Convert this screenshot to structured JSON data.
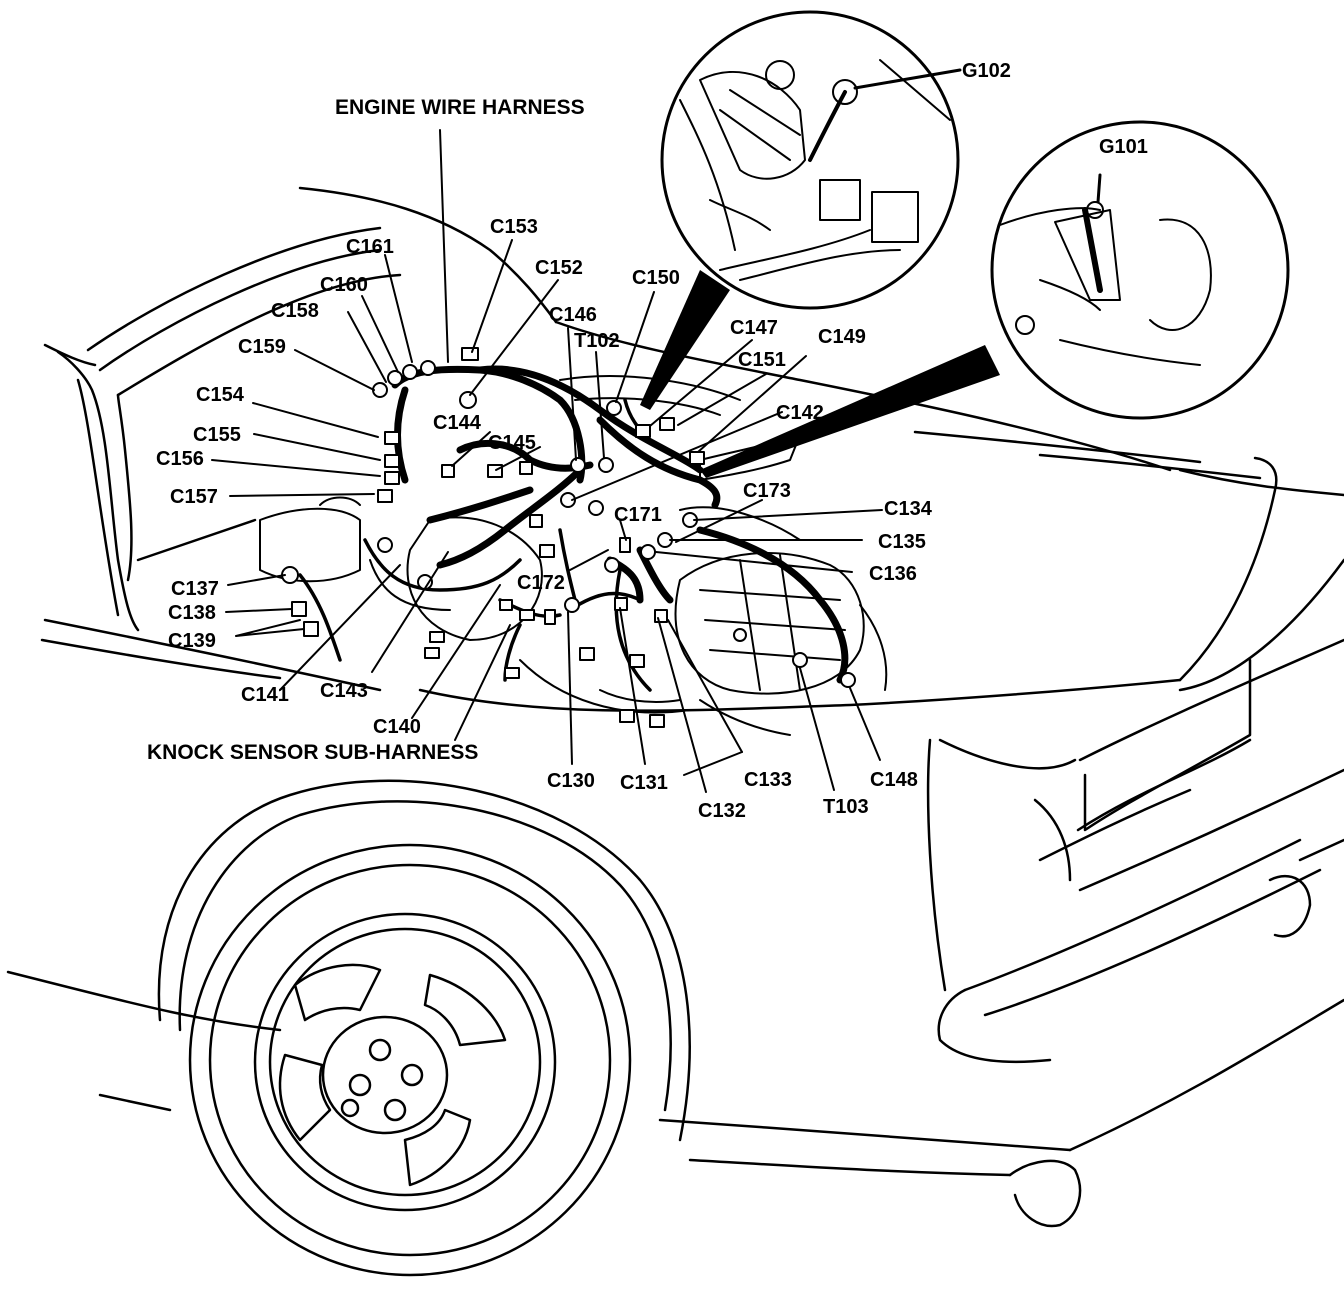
{
  "colors": {
    "ink": "#000000",
    "paper": "#ffffff"
  },
  "titles": {
    "engine_wire_harness": "ENGINE WIRE HARNESS",
    "knock_sensor_sub_harness": "KNOCK SENSOR SUB-HARNESS"
  },
  "ground_labels": {
    "g101": "G101",
    "g102": "G102"
  },
  "connector_labels": {
    "c130": "C130",
    "c131": "C131",
    "c132": "C132",
    "c133": "C133",
    "c134": "C134",
    "c135": "C135",
    "c136": "C136",
    "c137": "C137",
    "c138": "C138",
    "c139": "C139",
    "c140": "C140",
    "c141": "C141",
    "c142": "C142",
    "c143": "C143",
    "c144": "C144",
    "c145": "C145",
    "c146": "C146",
    "c147": "C147",
    "c148": "C148",
    "c149": "C149",
    "c150": "C150",
    "c151": "C151",
    "c152": "C152",
    "c153": "C153",
    "c154": "C154",
    "c155": "C155",
    "c156": "C156",
    "c157": "C157",
    "c158": "C158",
    "c159": "C159",
    "c160": "C160",
    "c161": "C161",
    "c171": "C171",
    "c172": "C172",
    "c173": "C173"
  },
  "terminal_labels": {
    "t102": "T102",
    "t103": "T103"
  }
}
